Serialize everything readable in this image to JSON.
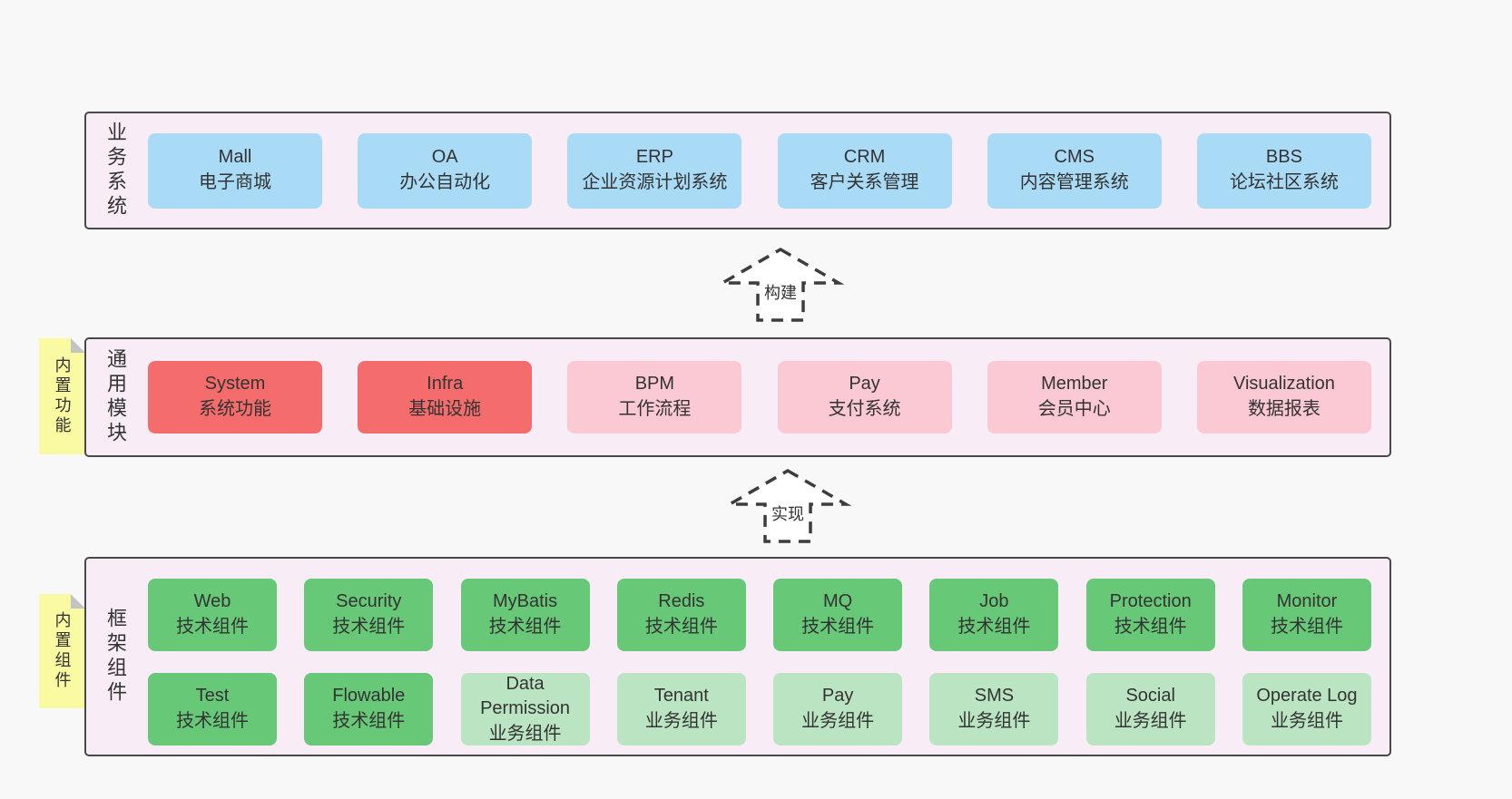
{
  "colors": {
    "page_bg": "#f8f8f8",
    "container_bg": "#f8edf6",
    "container_border": "#494949",
    "blue": "#a9dbf7",
    "red": "#f56c6c",
    "pink": "#fbc9d4",
    "green": "#67c878",
    "lgreen": "#bbe5c2",
    "yellow": "#fafaa2",
    "fold": "#c4c4c4",
    "arrow_stroke": "#3d3d3d",
    "text": "#333333"
  },
  "notes": {
    "features": "内置功能",
    "components": "内置组件"
  },
  "arrows": {
    "build": "构建",
    "implement": "实现"
  },
  "layers": {
    "business": {
      "label": "业务系统",
      "boxes": [
        {
          "title": "Mall",
          "subtitle": "电子商城",
          "variant": "blue"
        },
        {
          "title": "OA",
          "subtitle": "办公自动化",
          "variant": "blue"
        },
        {
          "title": "ERP",
          "subtitle": "企业资源计划系统",
          "variant": "blue"
        },
        {
          "title": "CRM",
          "subtitle": "客户关系管理",
          "variant": "blue"
        },
        {
          "title": "CMS",
          "subtitle": "内容管理系统",
          "variant": "blue"
        },
        {
          "title": "BBS",
          "subtitle": "论坛社区系统",
          "variant": "blue"
        }
      ]
    },
    "modules": {
      "label": "通用模块",
      "boxes": [
        {
          "title": "System",
          "subtitle": "系统功能",
          "variant": "red"
        },
        {
          "title": "Infra",
          "subtitle": "基础设施",
          "variant": "red"
        },
        {
          "title": "BPM",
          "subtitle": "工作流程",
          "variant": "pink"
        },
        {
          "title": "Pay",
          "subtitle": "支付系统",
          "variant": "pink"
        },
        {
          "title": "Member",
          "subtitle": "会员中心",
          "variant": "pink"
        },
        {
          "title": "Visualization",
          "subtitle": "数据报表",
          "variant": "pink"
        }
      ]
    },
    "components": {
      "label": "框架组件",
      "row1": [
        {
          "title": "Web",
          "subtitle": "技术组件",
          "variant": "green"
        },
        {
          "title": "Security",
          "subtitle": "技术组件",
          "variant": "green"
        },
        {
          "title": "MyBatis",
          "subtitle": "技术组件",
          "variant": "green"
        },
        {
          "title": "Redis",
          "subtitle": "技术组件",
          "variant": "green"
        },
        {
          "title": "MQ",
          "subtitle": "技术组件",
          "variant": "green"
        },
        {
          "title": "Job",
          "subtitle": "技术组件",
          "variant": "green"
        },
        {
          "title": "Protection",
          "subtitle": "技术组件",
          "variant": "green"
        },
        {
          "title": "Monitor",
          "subtitle": "技术组件",
          "variant": "green"
        }
      ],
      "row2": [
        {
          "title": "Test",
          "subtitle": "技术组件",
          "variant": "green"
        },
        {
          "title": "Flowable",
          "subtitle": "技术组件",
          "variant": "green"
        },
        {
          "title": "Data Permission",
          "subtitle": "业务组件",
          "variant": "lgreen"
        },
        {
          "title": "Tenant",
          "subtitle": "业务组件",
          "variant": "lgreen"
        },
        {
          "title": "Pay",
          "subtitle": "业务组件",
          "variant": "lgreen"
        },
        {
          "title": "SMS",
          "subtitle": "业务组件",
          "variant": "lgreen"
        },
        {
          "title": "Social",
          "subtitle": "业务组件",
          "variant": "lgreen"
        },
        {
          "title": "Operate Log",
          "subtitle": "业务组件",
          "variant": "lgreen"
        }
      ]
    }
  }
}
